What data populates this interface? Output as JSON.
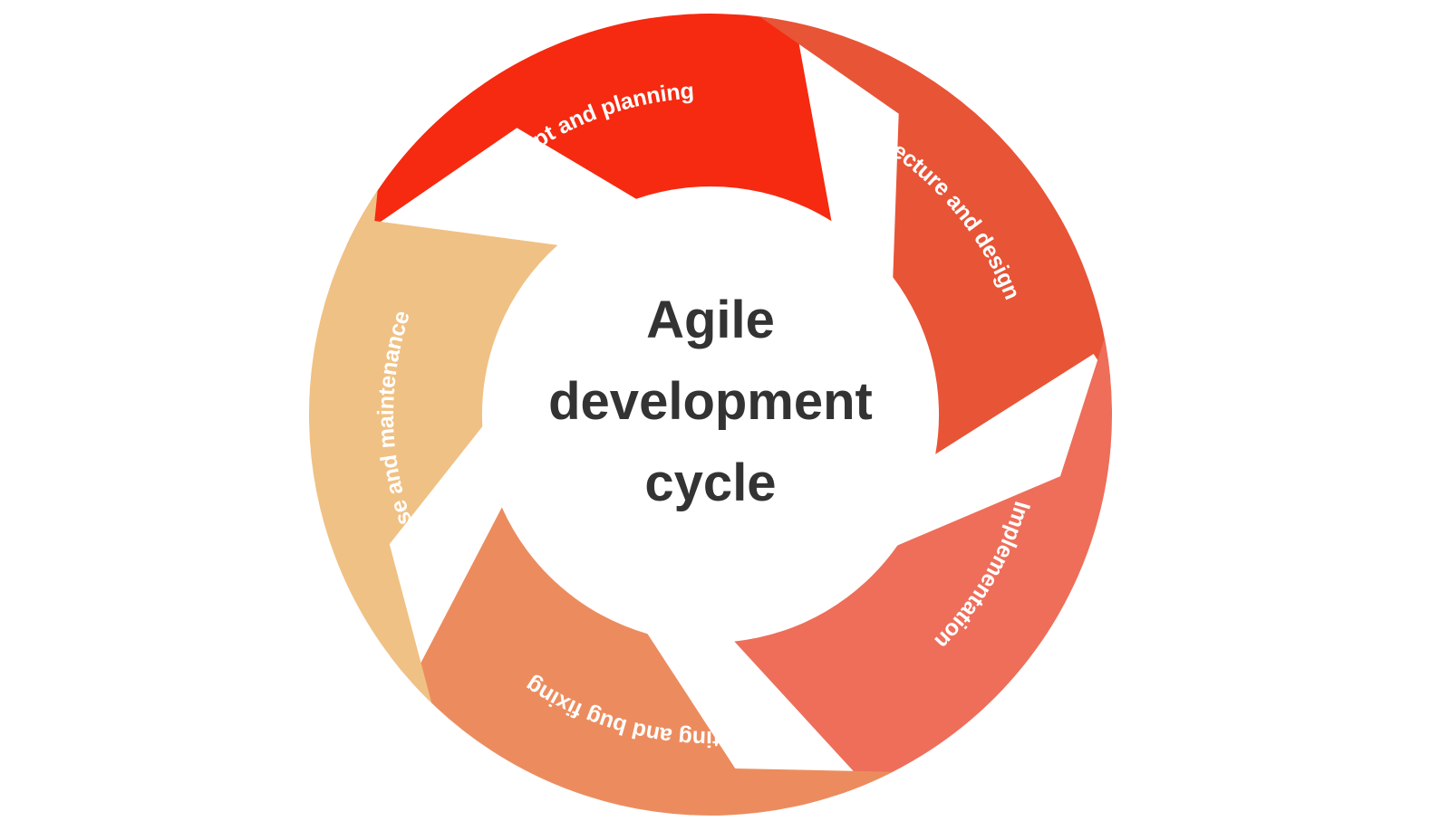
{
  "diagram": {
    "center_title_lines": [
      "Agile",
      "development",
      "cycle"
    ],
    "stages": [
      {
        "label": "Concept and planning",
        "color": "#f62a10"
      },
      {
        "label": "Architecture and design",
        "color": "#e85436"
      },
      {
        "label": "Implementation",
        "color": "#ee6e5a"
      },
      {
        "label": "Testing and bug fixing",
        "color": "#ec8c5e"
      },
      {
        "label": "Release and maintenance",
        "color": "#f0c184"
      }
    ],
    "text_color": "#333333",
    "background": "#ffffff"
  }
}
